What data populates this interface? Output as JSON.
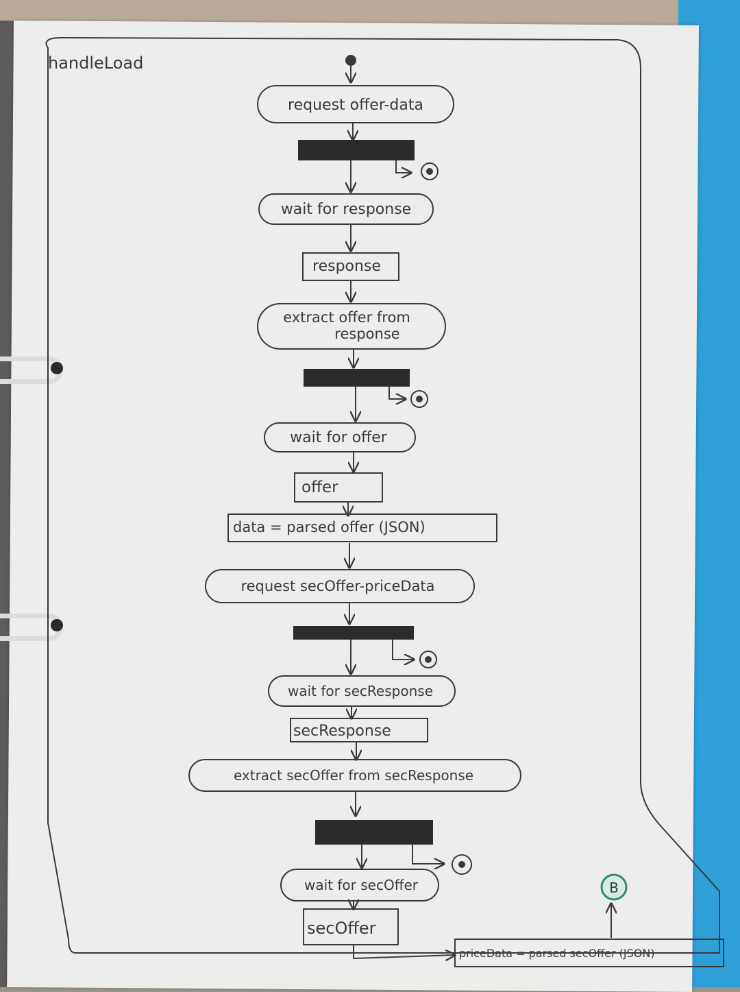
{
  "diagram": {
    "frame_label": "handleLoad",
    "actions": {
      "a1": "request offer-data",
      "a2": "wait for response",
      "a3_line1": "extract offer from",
      "a3_line2": "response",
      "a4": "wait for offer",
      "a5": "request secOffer-priceData",
      "a6": "wait for secResponse",
      "a7": "extract secOffer from secResponse",
      "a8": "wait for secOffer"
    },
    "objects": {
      "o1": "response",
      "o2": "offer",
      "o3": "data = parsed offer (JSON)",
      "o4": "secResponse",
      "o5": "secOffer",
      "o6": "priceData = parsed secOffer (JSON)"
    },
    "connector": "B"
  },
  "colors": {
    "ink": "#3a3a3a",
    "fork_bar": "#2b2b2b",
    "connector_green": "#2e8b6e"
  }
}
